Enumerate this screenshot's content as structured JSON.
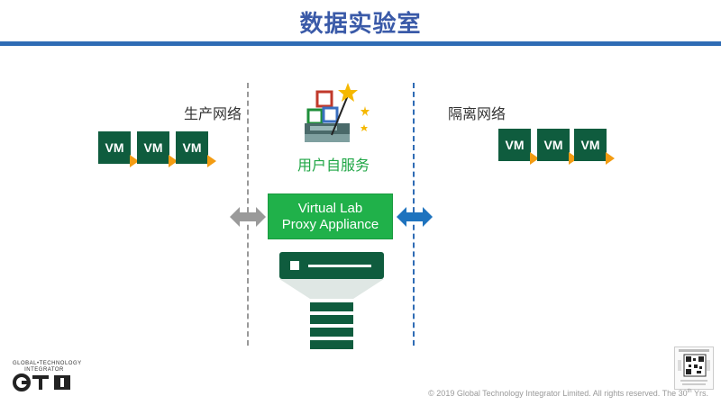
{
  "title": "数据实验室",
  "production_network": {
    "label": "生产网络",
    "vms": [
      "VM",
      "VM",
      "VM"
    ]
  },
  "isolated_network": {
    "label": "隔离网络",
    "vms": [
      "VM",
      "VM",
      "VM"
    ]
  },
  "self_service": {
    "label": "用户自服务",
    "icon": "self-service-blocks-icon"
  },
  "proxy": {
    "line1": "Virtual Lab",
    "line2": "Proxy Appliance"
  },
  "arrows": {
    "left": "gray-double-arrow-icon",
    "right": "blue-double-arrow-icon"
  },
  "storage_icon": "server-storage-funnel-icon",
  "logo": {
    "top_text": "GLOBAL•TECHNOLOGY",
    "sub_text": "INTEGRATOR",
    "mark": "GTI"
  },
  "copyright": {
    "text": "© 2019 Global Technology Integrator Limited. All rights reserved. The 30",
    "sup": "th",
    "tail": " Yrs."
  },
  "colors": {
    "title_blue": "#3a5aa8",
    "vm_green": "#0f5c3e",
    "proxy_green": "#20b14a",
    "accent_orange": "#f39c12",
    "arrow_blue": "#1e73be",
    "arrow_gray": "#999999"
  }
}
